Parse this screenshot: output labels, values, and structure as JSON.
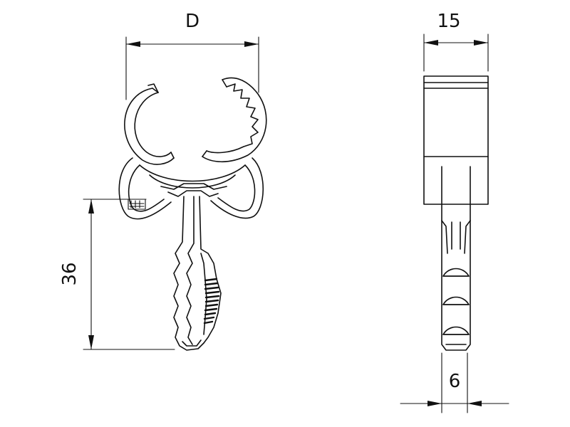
{
  "dimensions": {
    "diameter_label": "D",
    "width_label": "15",
    "height_label": "36",
    "shank_width_label": "6"
  },
  "colors": {
    "line": "#111111",
    "background": "#ffffff"
  }
}
